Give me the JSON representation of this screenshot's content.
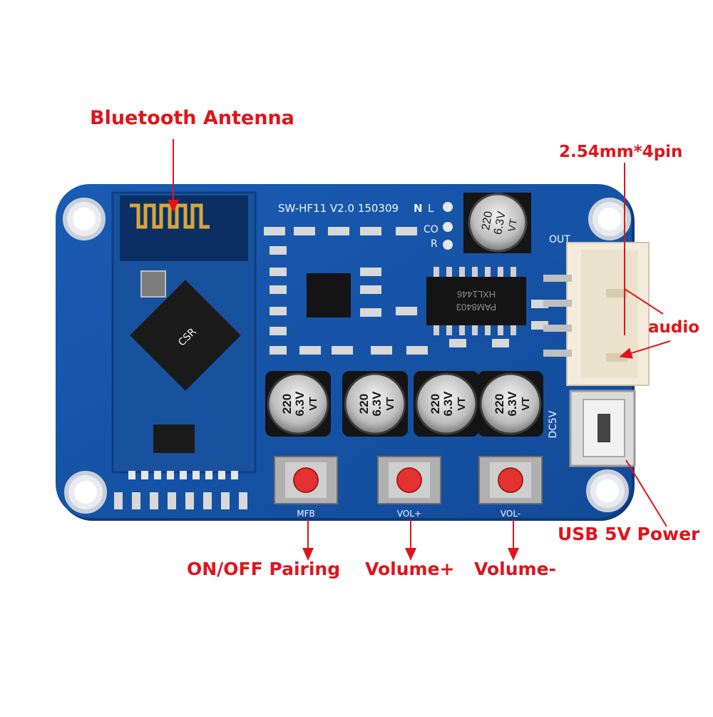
{
  "board": {
    "model_text": "SW-HF11 V2.0 150309",
    "led_labels": [
      "N",
      "L",
      "CO",
      "R"
    ],
    "out_label": "OUT",
    "dc_label": "DC5V",
    "button_labels": [
      "MFB",
      "VOL+",
      "VOL-"
    ],
    "cap_rating_top": "220",
    "cap_rating_mid": "6.3V",
    "cap_rating_bot": "VT",
    "chip_main": "CSR",
    "chip_amp": "PAM8403",
    "chip_amp_sub": "HXL1446"
  },
  "callouts": {
    "antenna": "Bluetooth Antenna",
    "header": "2.54mm*4pin",
    "audio": "audio",
    "usb": "USB 5V Power",
    "onoff": "ON/OFF Pairing",
    "vol_up": "Volume+",
    "vol_down": "Volume-"
  },
  "colors": {
    "pcb": "#1553a6",
    "callout": "#e0141b"
  }
}
